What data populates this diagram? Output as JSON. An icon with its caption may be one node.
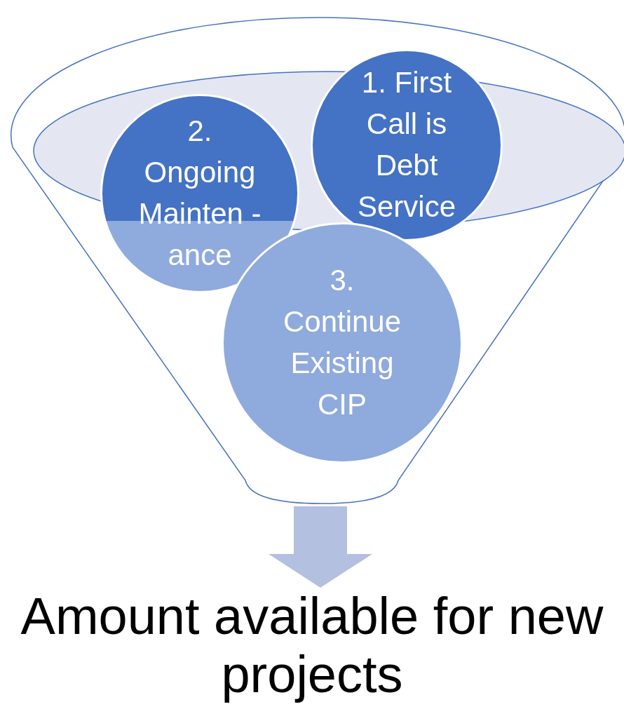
{
  "diagram": {
    "nodes": [
      {
        "text": [],
        "shape": "funnel"
      },
      {
        "text": [
          "1. First Call is Debt Service"
        ],
        "in": 0
      },
      {
        "text": [
          "2. Ongoing Mainten -ance"
        ],
        "in": 0
      },
      {
        "text": [
          "3. Continue Existing CIP"
        ],
        "in": 0
      },
      {
        "text": [
          "Amount available for new projects"
        ]
      }
    ],
    "edges": [
      {
        "from": 0,
        "to": 4,
        "arrow": "to"
      }
    ]
  }
}
